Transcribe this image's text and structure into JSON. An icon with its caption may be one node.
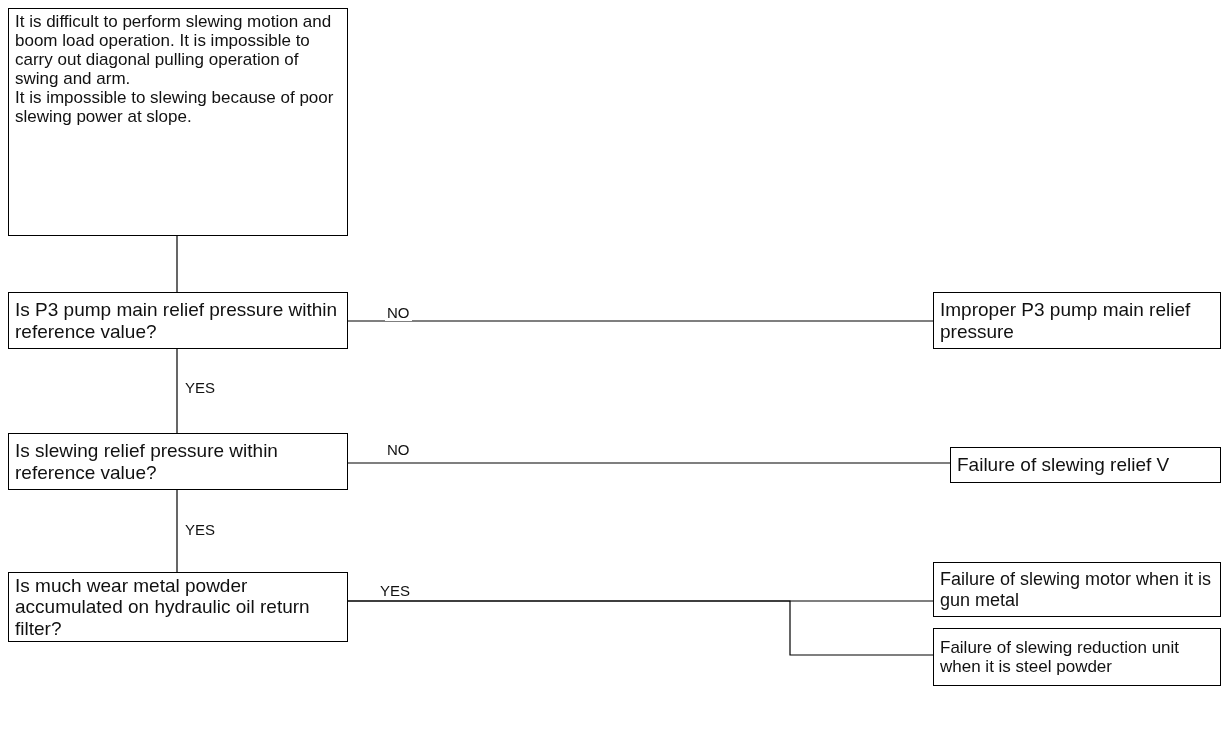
{
  "diagram": {
    "nodes": [
      {
        "text": [
          "It is difficult to perform slewing motion and boom load operation. It is impossible to carry out diagonal pulling operation of swing and arm.",
          "It is impossible to slewing because of poor slewing power at slope."
        ]
      },
      {
        "text": [
          "Is P3 pump main relief pressure within reference value?"
        ]
      },
      {
        "text": [
          "Improper P3 pump main relief pressure"
        ]
      },
      {
        "text": [
          "Is slewing relief pressure within reference value?"
        ]
      },
      {
        "text": [
          "Failure of slewing relief V"
        ]
      },
      {
        "text": [
          "Is much wear metal powder accumulated on hydraulic oil return filter?"
        ]
      },
      {
        "text": [
          "Failure of slewing motor when it is gun metal"
        ]
      },
      {
        "text": [
          "Failure of slewing reduction unit when it is steel powder"
        ]
      }
    ],
    "edges": [
      {
        "from": 0,
        "to": 1,
        "arrow": "none"
      },
      {
        "from": 1,
        "to": 2,
        "arrow": "none",
        "label": "NO"
      },
      {
        "from": 1,
        "to": 3,
        "arrow": "none",
        "label": "YES"
      },
      {
        "from": 3,
        "to": 4,
        "arrow": "none",
        "label": "NO"
      },
      {
        "from": 3,
        "to": 5,
        "arrow": "none",
        "label": "YES"
      },
      {
        "from": 5,
        "to": 6,
        "arrow": "none",
        "label": "YES"
      },
      {
        "from": 5,
        "to": 7,
        "arrow": "none"
      }
    ]
  }
}
